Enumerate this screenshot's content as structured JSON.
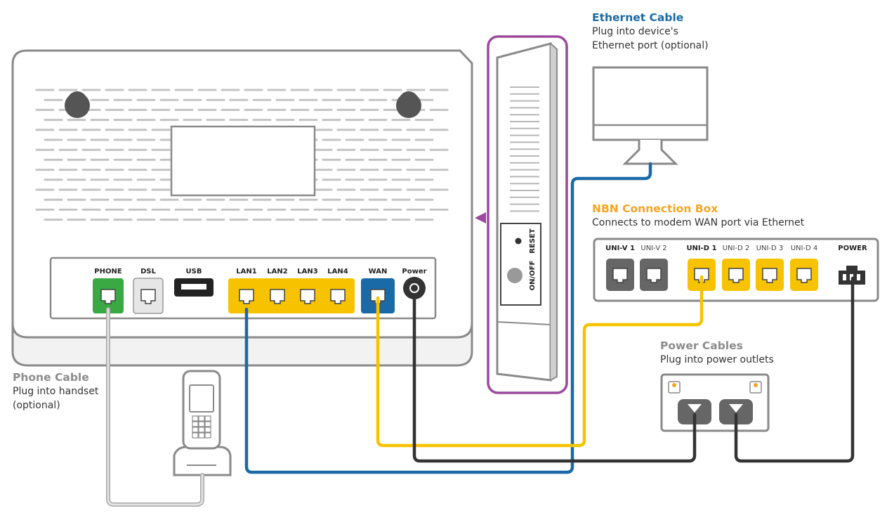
{
  "callouts": {
    "ethernet": {
      "title": "Ethernet Cable",
      "desc_lines": [
        "Plug into device's",
        "Ethernet port (optional)"
      ],
      "color": "#1a6aa8"
    },
    "nbn": {
      "title": "NBN Connection Box",
      "desc_lines": [
        "Connects to modem WAN port via Ethernet"
      ],
      "color": "#f5a623"
    },
    "power": {
      "title": "Power Cables",
      "desc_lines": [
        "Plug into power outlets"
      ],
      "color": "#8c8c8c"
    },
    "phone": {
      "title": "Phone Cable",
      "desc_lines": [
        "Plug into handset",
        "(optional)"
      ],
      "color": "#8c8c8c"
    }
  },
  "modem_ports": {
    "phone": "PHONE",
    "dsl": "DSL",
    "usb": "USB",
    "lan1": "LAN1",
    "lan2": "LAN2",
    "lan3": "LAN3",
    "lan4": "LAN4",
    "wan": "WAN",
    "power": "Power"
  },
  "side_panel": {
    "reset": "RESET",
    "on_off": "ON/OFF"
  },
  "nbn_ports": {
    "uni_v1": "UNI-V 1",
    "uni_v2": "UNI-V 2",
    "uni_d1": "UNI-D 1",
    "uni_d2": "UNI-D 2",
    "uni_d3": "UNI-D 3",
    "uni_d4": "UNI-D 4",
    "power": "POWER"
  },
  "colors": {
    "phone_port": "#3aa843",
    "lan_yellow": "#f7c300",
    "wan_blue": "#1a6aa8",
    "side_panel_border": "#9b4a9e",
    "cable_gray": "#c8c8c8",
    "cable_dark": "#333333",
    "outline_gray": "#8a8a8a"
  }
}
